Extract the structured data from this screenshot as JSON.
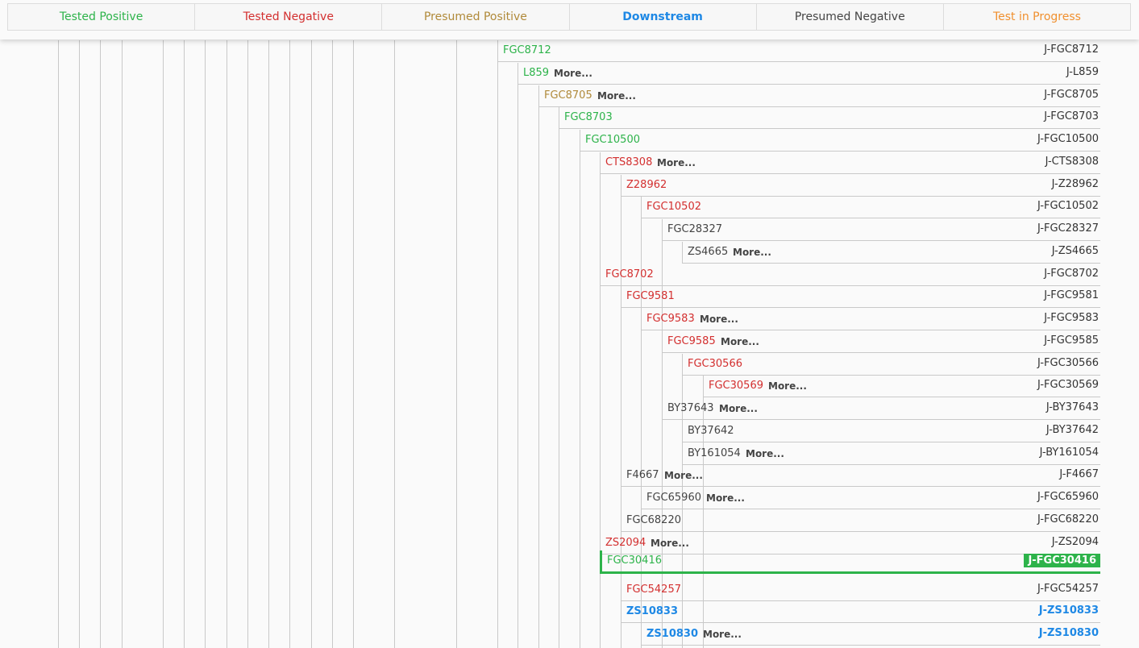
{
  "legend": [
    {
      "label": "Tested Positive",
      "color": "#2db34a"
    },
    {
      "label": "Tested Negative",
      "color": "#d32f2f"
    },
    {
      "label": "Presumed Positive",
      "color": "#b08a3a"
    },
    {
      "label": "Downstream",
      "color": "#1e88e5"
    },
    {
      "label": "Presumed Negative",
      "color": "#444444"
    },
    {
      "label": "Test in Progress",
      "color": "#f0902f"
    }
  ],
  "more_label": "More...",
  "rows": [
    {
      "snp": "FGC8712",
      "hg": "J-FGC8712",
      "status": "pos",
      "more": false
    },
    {
      "snp": "L859",
      "hg": "J-L859",
      "status": "pos",
      "more": true
    },
    {
      "snp": "FGC8705",
      "hg": "J-FGC8705",
      "status": "pres",
      "more": true
    },
    {
      "snp": "FGC8703",
      "hg": "J-FGC8703",
      "status": "pos",
      "more": false
    },
    {
      "snp": "FGC10500",
      "hg": "J-FGC10500",
      "status": "pos",
      "more": false
    },
    {
      "snp": "CTS8308",
      "hg": "J-CTS8308",
      "status": "neg",
      "more": true
    },
    {
      "snp": "Z28962",
      "hg": "J-Z28962",
      "status": "neg",
      "more": false
    },
    {
      "snp": "FGC10502",
      "hg": "J-FGC10502",
      "status": "neg",
      "more": false
    },
    {
      "snp": "FGC28327",
      "hg": "J-FGC28327",
      "status": "pneg",
      "more": false
    },
    {
      "snp": "ZS4665",
      "hg": "J-ZS4665",
      "status": "pneg",
      "more": true
    },
    {
      "snp": "FGC8702",
      "hg": "J-FGC8702",
      "status": "neg",
      "more": false
    },
    {
      "snp": "FGC9581",
      "hg": "J-FGC9581",
      "status": "neg",
      "more": false
    },
    {
      "snp": "FGC9583",
      "hg": "J-FGC9583",
      "status": "neg",
      "more": true
    },
    {
      "snp": "FGC9585",
      "hg": "J-FGC9585",
      "status": "neg",
      "more": true
    },
    {
      "snp": "FGC30566",
      "hg": "J-FGC30566",
      "status": "neg",
      "more": false
    },
    {
      "snp": "FGC30569",
      "hg": "J-FGC30569",
      "status": "neg",
      "more": true
    },
    {
      "snp": "BY37643",
      "hg": "J-BY37643",
      "status": "pneg",
      "more": true
    },
    {
      "snp": "BY37642",
      "hg": "J-BY37642",
      "status": "pneg",
      "more": false
    },
    {
      "snp": "BY161054",
      "hg": "J-BY161054",
      "status": "pneg",
      "more": true
    },
    {
      "snp": "F4667",
      "hg": "J-F4667",
      "status": "pneg",
      "more": true
    },
    {
      "snp": "FGC65960",
      "hg": "J-FGC65960",
      "status": "pneg",
      "more": true
    },
    {
      "snp": "FGC68220",
      "hg": "J-FGC68220",
      "status": "pneg",
      "more": false
    },
    {
      "snp": "ZS2094",
      "hg": "J-ZS2094",
      "status": "neg",
      "more": true
    },
    {
      "snp": "FGC30416",
      "hg": "J-FGC30416",
      "status": "pos",
      "more": false,
      "active": true
    },
    {
      "snp": "FGC54257",
      "hg": "J-FGC54257",
      "status": "neg",
      "more": false
    },
    {
      "snp": "ZS10833",
      "hg": "J-ZS10833",
      "status": "down",
      "more": false
    },
    {
      "snp": "ZS10830",
      "hg": "J-ZS10830",
      "status": "down",
      "more": true
    }
  ]
}
